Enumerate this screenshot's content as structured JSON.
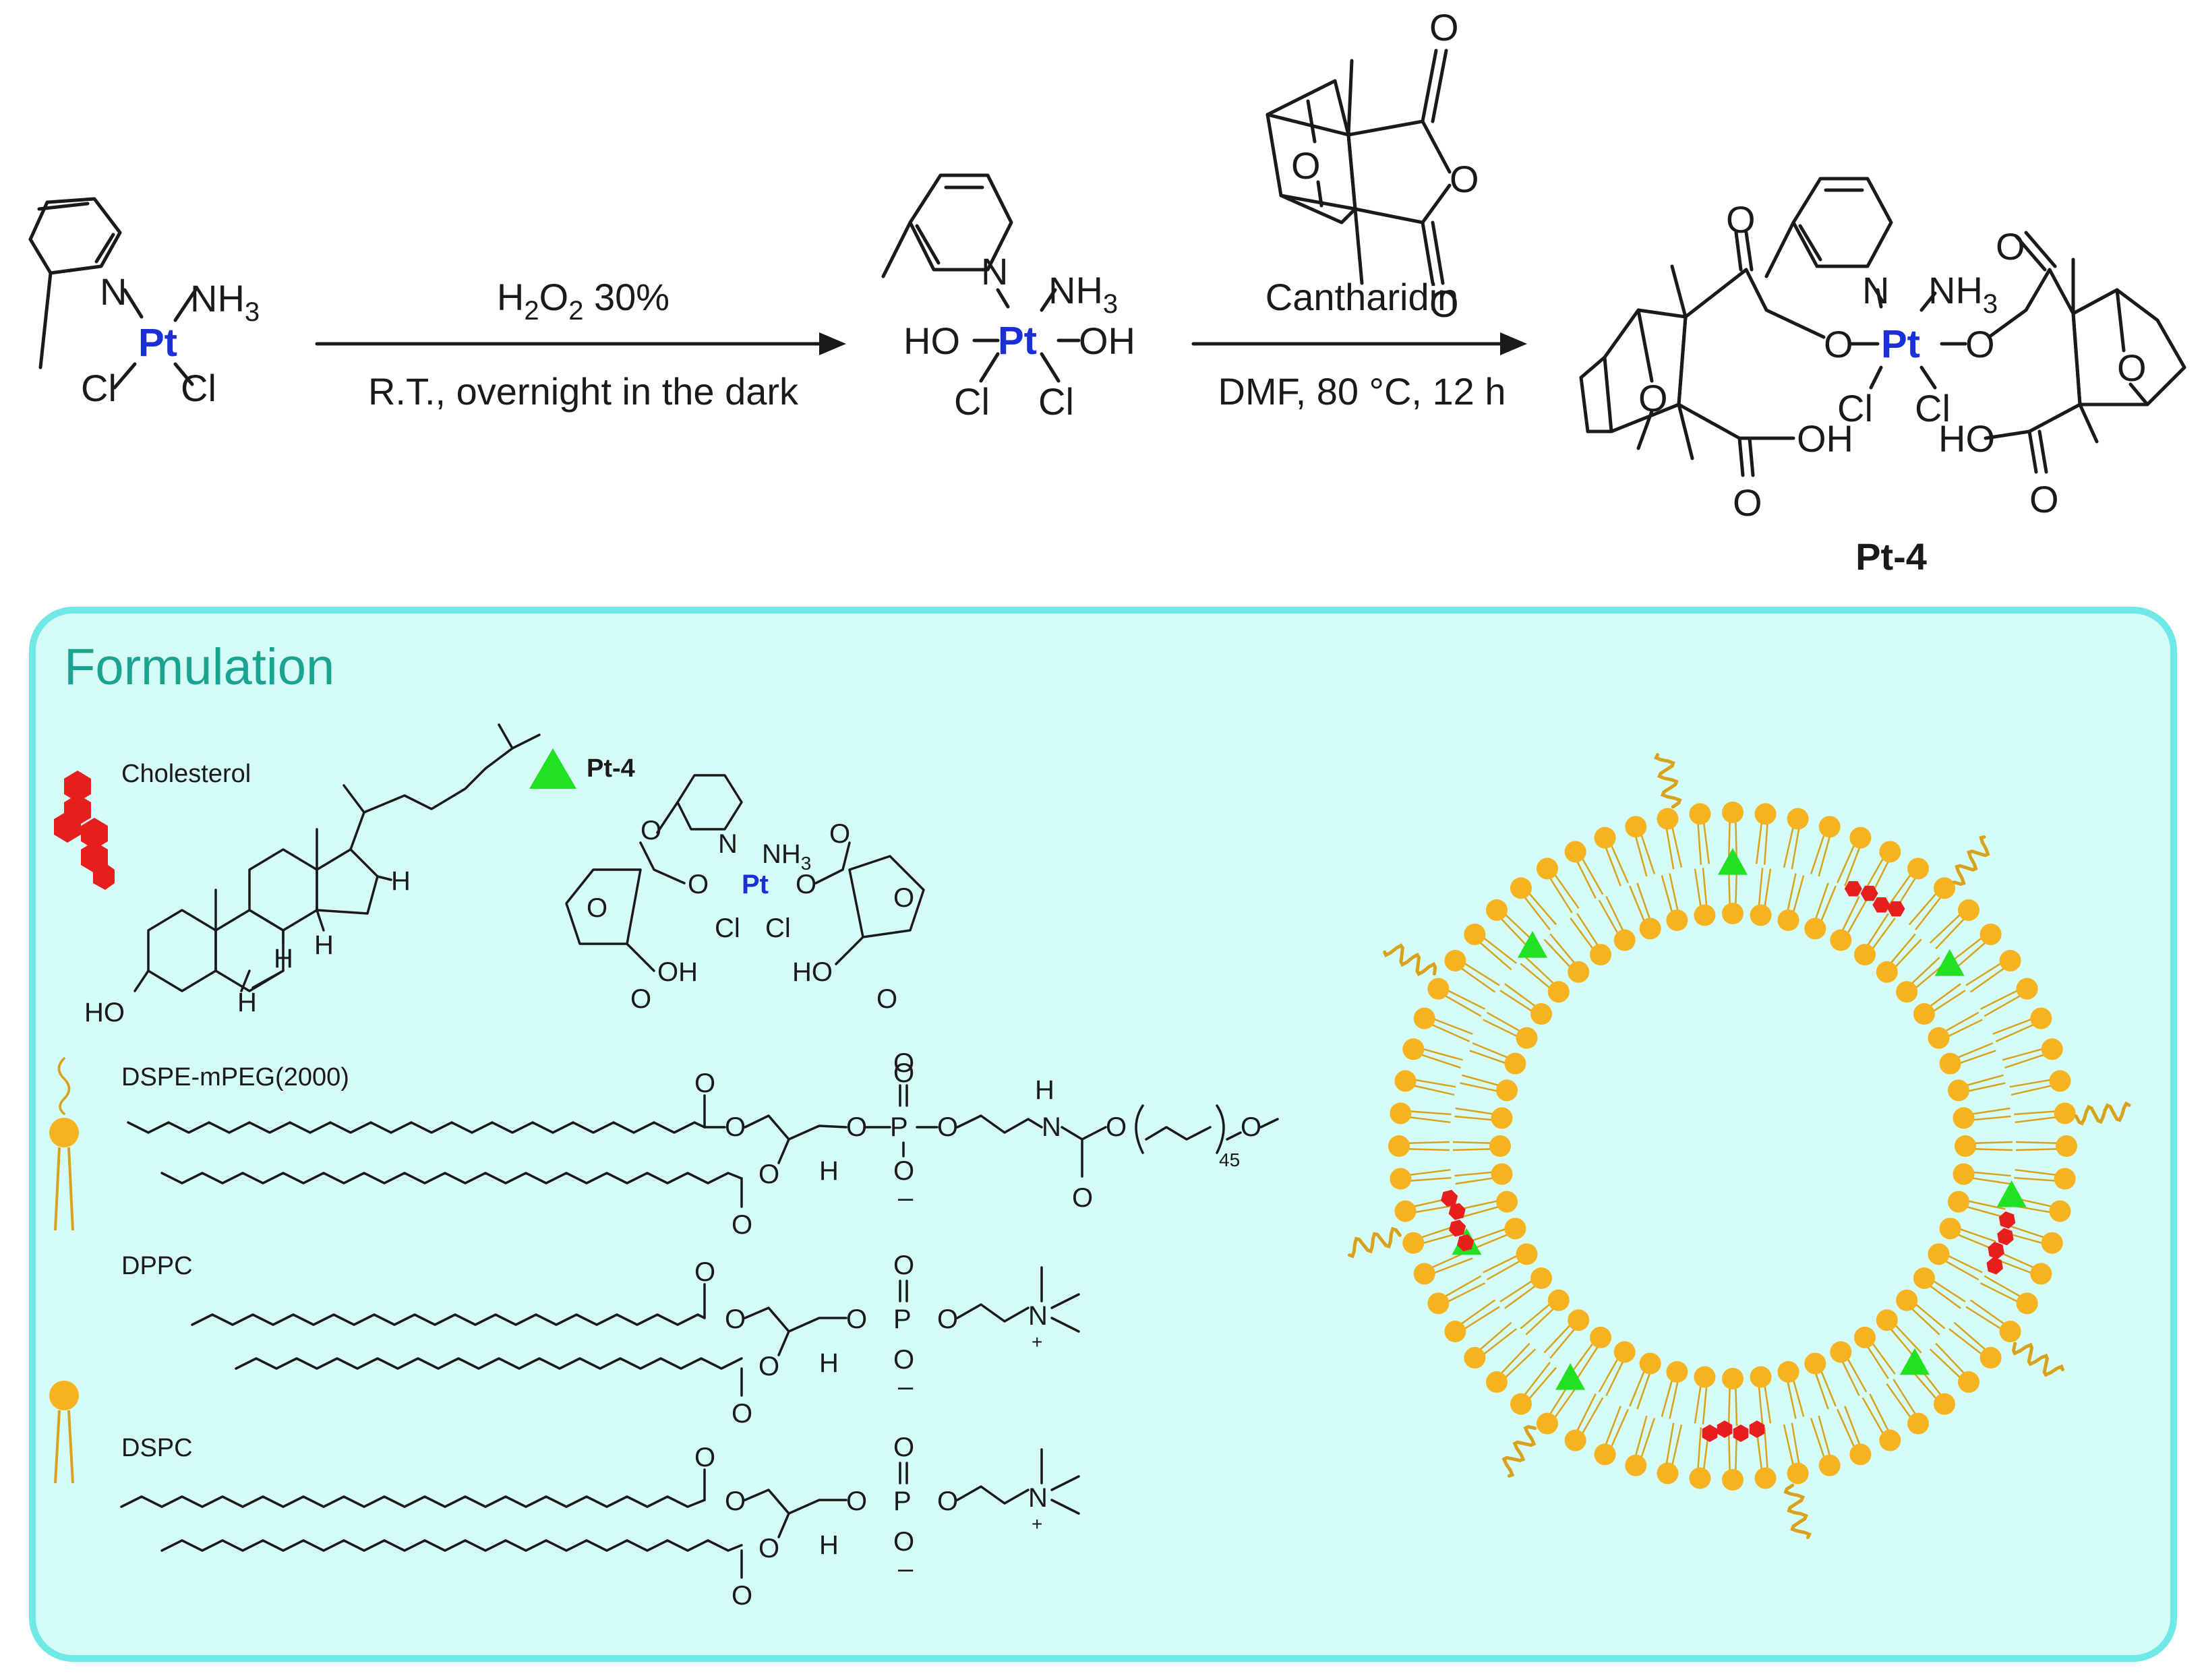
{
  "colors": {
    "panel_fill": "#d5fbf7",
    "panel_border": "#6ee9e6",
    "title": "#1aa391",
    "platinum": "#1a2fd6",
    "lipid_head": "#f6b21f",
    "lipid_tail": "#d9a21c",
    "cholesterol": "#e81e1e",
    "pt4_marker": "#22e022"
  },
  "reaction": {
    "step1": {
      "reagent": "H2O2 30%",
      "reagent_main": "H",
      "reagent_sub1": "2",
      "reagent_mid": "O",
      "reagent_sub2": "2",
      "reagent_rest": " 30%",
      "conditions": "R.T., overnight in the dark"
    },
    "step2": {
      "reagent": "Cantharidin",
      "conditions": "DMF,  80 °C, 12 h"
    },
    "product_label": "Pt-4",
    "atoms": {
      "N": "N",
      "NH": "NH",
      "three": "3",
      "Pt": "Pt",
      "Cl": "Cl",
      "HO": "HO",
      "OH": "OH",
      "O": "O",
      "dash": "—"
    }
  },
  "formulation": {
    "title": "Formulation",
    "legend": {
      "cholesterol": "Cholesterol",
      "pt4": "Pt-4",
      "dspe_peg": "DSPE-mPEG(2000)",
      "dppc": "DPPC",
      "dspc": "DSPC"
    },
    "atoms": {
      "H": "H",
      "HO": "HO",
      "O": "O",
      "P": "P",
      "N": "N",
      "H_N": "H",
      "minus": "–",
      "plus": "+",
      "peg_n": "45"
    }
  }
}
